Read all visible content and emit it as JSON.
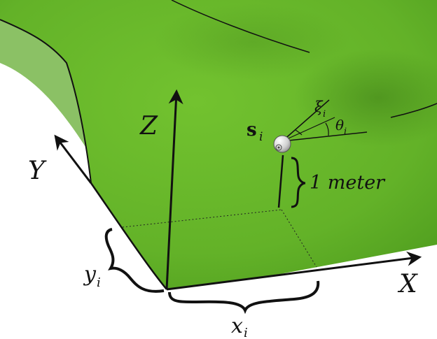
{
  "labels": {
    "axis_x": "X",
    "axis_y": "Y",
    "axis_z": "Z",
    "sensor_symbol": "s",
    "sensor_index": "i",
    "xi_symbol": "ξ",
    "xi_index": "i",
    "theta_symbol": "θ",
    "theta_index": "i",
    "height_label": "1 meter",
    "x_coord_symbol": "x",
    "x_coord_index": "i",
    "y_coord_symbol": "y",
    "y_coord_index": "i"
  },
  "colors": {
    "terrain": "#6cbd2c",
    "terrain_dark": "#4f9a1f",
    "lines": "#111111",
    "sensor": "#d9d9d9"
  }
}
